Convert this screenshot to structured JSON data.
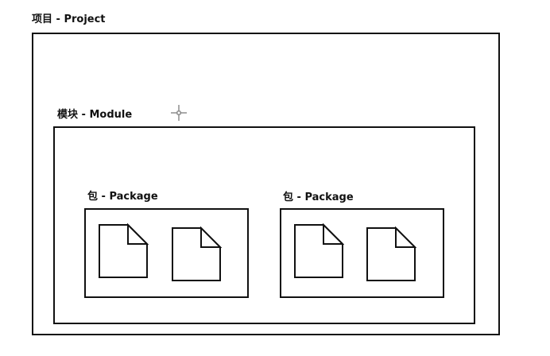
{
  "project": {
    "label": "项目 - Project"
  },
  "module": {
    "label": "模块 - Module"
  },
  "packages": [
    {
      "label": "包 - Package",
      "files": [
        "document-icon",
        "document-icon"
      ]
    },
    {
      "label": "包 - Package",
      "files": [
        "document-icon",
        "document-icon"
      ]
    }
  ],
  "cursor_icon": "crosshair-cursor-icon",
  "colors": {
    "line": "#111111",
    "background": "#ffffff"
  }
}
